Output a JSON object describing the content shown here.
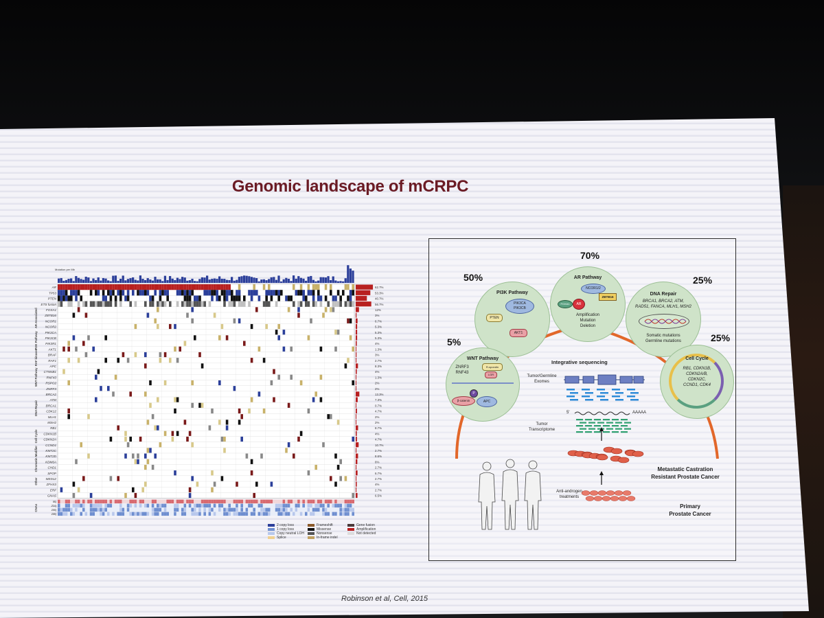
{
  "slide": {
    "title": "Genomic landscape of mCRPC",
    "citation": "Robinson et al, Cell, 2015"
  },
  "oncoprint": {
    "mutations_label": "Mutation per Mb",
    "genes": [
      "AR",
      "TP53",
      "PTEN",
      "ETS fusion",
      "FOXA1",
      "ZBTB16",
      "NCOR1",
      "NCOR2",
      "PIK3CA",
      "PIK3CB",
      "PIK3R1",
      "AKT1",
      "BRAF",
      "RAF1",
      "APC",
      "CTNNB1",
      "RNF43",
      "RSPO2",
      "ZNRF3",
      "BRCA2",
      "ATM",
      "BRCA1",
      "CDK12",
      "MLH1",
      "MSH2",
      "RB1",
      "CDKN1B",
      "CDKN2A",
      "CCND1",
      "KMT2C",
      "KMT2D",
      "KDM6A",
      "CHD1",
      "SPOP",
      "MED12",
      "ZFHX3",
      "ERF",
      "GNAS"
    ],
    "cnas": [
      "8q",
      "21q",
      "16q",
      "18q"
    ],
    "groups": [
      "AR-Associated",
      "PI3K Pathway",
      "RAF kinases",
      "WNT Pathway",
      "DNA Repair",
      "Cell Cycle",
      "Chromatin Modifier",
      "Other",
      "CNAs"
    ],
    "percents": [
      "62.7%",
      "53.3%",
      "40.7%",
      "56.7%",
      "12%",
      "3%",
      "6.7%",
      "5.3%",
      "5.3%",
      "5.3%",
      "4%",
      "1.3%",
      "3%",
      "2.7%",
      "8.3%",
      "4%",
      "1.3%",
      "2%",
      "2%",
      "13.3%",
      "7.3%",
      "0.7%",
      "4.7%",
      "2%",
      "2%",
      "8.7%",
      "4%",
      "4.7%",
      "10.7%",
      "2.7%",
      "8.6%",
      "6%",
      "2.7%",
      "6.7%",
      "2.7%",
      "4%",
      "2.7%",
      "6.5%"
    ],
    "legend": [
      "2 copy loss",
      "1 copy loss",
      "Copy neutral LOH",
      "Splice",
      "Frameshift",
      "Missense",
      "Nonsense",
      "In-frame indel",
      "Gene fusion",
      "Amplification",
      "Not detected"
    ]
  },
  "panel": {
    "percent_pi3k": "50%",
    "percent_ar": "70%",
    "percent_dna": "25%",
    "percent_wnt": "5%",
    "percent_cell": "25%",
    "pi3k": {
      "title": "PI3K Pathway",
      "pik3ca": "PIK3CA",
      "pik3cb": "PIK3CB",
      "pten": "PTEN",
      "akt1": "AKT1"
    },
    "ar": {
      "title": "AR Pathway",
      "ncor": "NCOR1/2",
      "foxa1": "FOXA1",
      "ar": "AR",
      "zbtb16": "ZBTB16",
      "desc1": "Amplification",
      "desc2": "Mutation",
      "desc3": "Deletion"
    },
    "dna": {
      "title": "DNA Repair",
      "genes1": "BRCA1, BRCA2, ATM,",
      "genes2": "RAD51, FANCA, MLH1, MSH2",
      "desc1": "Somatic mutations",
      "desc2": "Germline mutations"
    },
    "wnt": {
      "title": "WNT Pathway",
      "znrf3": "ZNRF3",
      "rnf43": "RNF43",
      "rspondin": "R-spondin",
      "lgr": "LGR",
      "ctnnb": "β-catenin",
      "apc": "APC",
      "p": "P"
    },
    "cell": {
      "title": "Cell Cycle",
      "genes1": "RB1, CDKN1B,",
      "genes2": "CDKN2A/B,",
      "genes3": "CDKN2C,",
      "genes4": "CCND1, CDK4"
    },
    "integrative": "Integrative sequencing",
    "exomes1": "Tumor/Germline",
    "exomes2": "Exomes",
    "transcriptome1": "Tumor",
    "transcriptome2": "Transcriptome",
    "five_prime": "5'",
    "polya": "AAAAA",
    "mcrpc1": "Metastatic Castration",
    "mcrpc2": "Resistant Prostate Cancer",
    "anti1": "Anti-androgen",
    "anti2": "treatments",
    "primary1": "Primary",
    "primary2": "Prostate Cancer"
  }
}
